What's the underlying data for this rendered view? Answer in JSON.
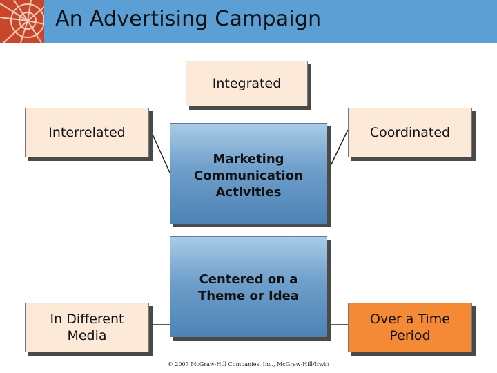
{
  "title": "An Advertising Campaign",
  "boxes": {
    "integrated": "Integrated",
    "interrelated": "Interrelated",
    "coordinated": "Coordinated",
    "marketing": [
      "Marketing",
      "Communication",
      "Activities"
    ],
    "centered": [
      "Centered on a",
      "Theme or Idea"
    ],
    "media": [
      "In Different",
      "Media"
    ],
    "time": [
      "Over a Time",
      "Period"
    ]
  },
  "copyright": "© 2007 McGraw-Hill Companies, Inc., McGraw-Hill/Irwin",
  "colors": {
    "header": "#5b9fd4",
    "peach": "#fde9d8",
    "orange": "#f48a35",
    "blue": "#5b8fc0"
  }
}
